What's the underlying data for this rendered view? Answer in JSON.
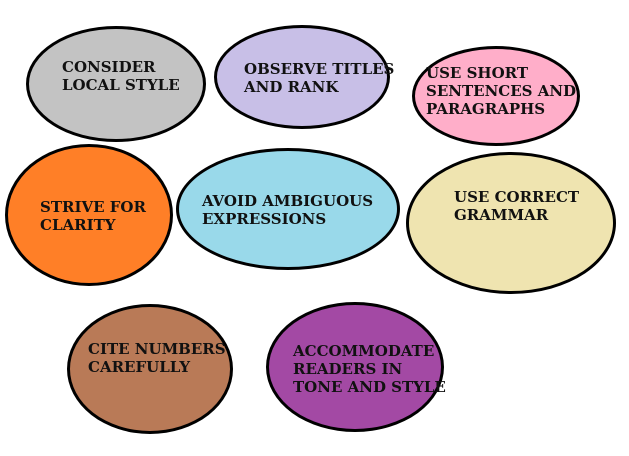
{
  "diagram": {
    "nodes": [
      {
        "id": "consider-local-style",
        "label": "CONSIDER\nLOCAL STYLE",
        "color": "#c3c3c3"
      },
      {
        "id": "observe-titles-and-rank",
        "label": "OBSERVE TITLES\nAND RANK",
        "color": "#c8bfe7"
      },
      {
        "id": "use-short-sentences-and-paragraphs",
        "label": "USE SHORT\nSENTENCES AND\nPARAGRAPHS",
        "color": "#ffaec9"
      },
      {
        "id": "strive-for-clarity",
        "label": "STRIVE FOR\nCLARITY",
        "color": "#ff7f27"
      },
      {
        "id": "avoid-ambiguous-expressions",
        "label": "AVOID AMBIGUOUS\nEXPRESSIONS",
        "color": "#99d9ea"
      },
      {
        "id": "use-correct-grammar",
        "label": "USE CORRECT\nGRAMMAR",
        "color": "#efe4b0"
      },
      {
        "id": "cite-numbers-carefully",
        "label": "CITE NUMBERS\nCAREFULLY",
        "color": "#b97a57"
      },
      {
        "id": "accommodate-readers-in-tone-and-style",
        "label": "ACCOMMODATE\nREADERS IN\nTONE AND STYLE",
        "color": "#a349a4"
      }
    ]
  }
}
